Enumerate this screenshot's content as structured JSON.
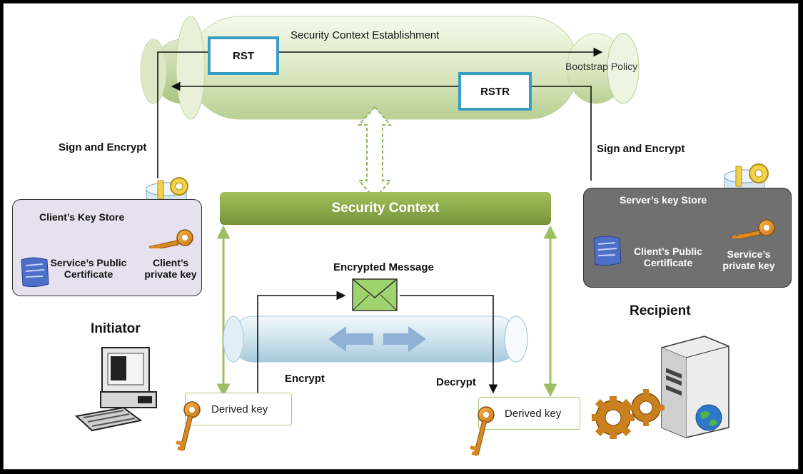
{
  "channel": {
    "title": "Security Context Establishment",
    "rst_label": "RST",
    "rstr_label": "RSTR",
    "policy_label": "Bootstrap Policy"
  },
  "left": {
    "sign_label": "Sign and Encrypt",
    "store_title": "Client’s Key Store",
    "cert_label": "Service’s Public Certificate",
    "key_label": "Client’s private key",
    "role": "Initiator"
  },
  "right": {
    "sign_label": "Sign and Encrypt",
    "store_title": "Server’s key Store",
    "cert_label": "Client’s Public Certificate",
    "key_label": "Service’s private key",
    "role": "Recipient"
  },
  "context": {
    "label": "Security Context"
  },
  "message": {
    "label": "Encrypted Message",
    "encrypt_label": "Encrypt",
    "decrypt_label": "Decrypt",
    "derived_left": "Derived key",
    "derived_right": "Derived key"
  },
  "colors": {
    "box_border": "#3a9ec4",
    "context_bar": "#8cab4b",
    "client_store_bg": "#e6e1ef",
    "server_store_bg": "#707070",
    "green_arrow": "#9dbf62"
  },
  "icons": [
    "key-icon",
    "keystore-icon",
    "certificate-icon",
    "envelope-icon",
    "computer-icon",
    "server-icon",
    "gears-icon",
    "globe-icon"
  ]
}
